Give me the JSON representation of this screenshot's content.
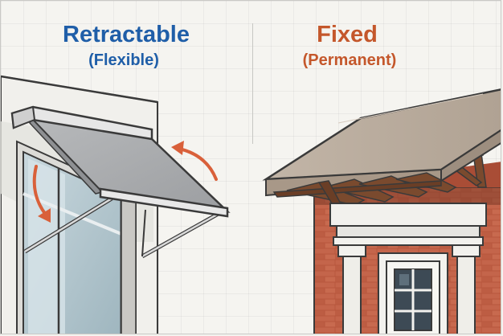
{
  "left": {
    "title": "Retractable",
    "subtitle": "(Flexible)",
    "color": "#1f5ea8"
  },
  "right": {
    "title": "Fixed",
    "subtitle": "(Permanent)",
    "color": "#c4572b"
  },
  "colors": {
    "arrow": "#d9603a",
    "canvas": "#a9abad",
    "brick": "#b9583f",
    "roof": "#b8aa9b",
    "beam": "#7a4a2e"
  },
  "icons": [
    "curved-arrow-up-icon",
    "curved-arrow-down-icon"
  ]
}
